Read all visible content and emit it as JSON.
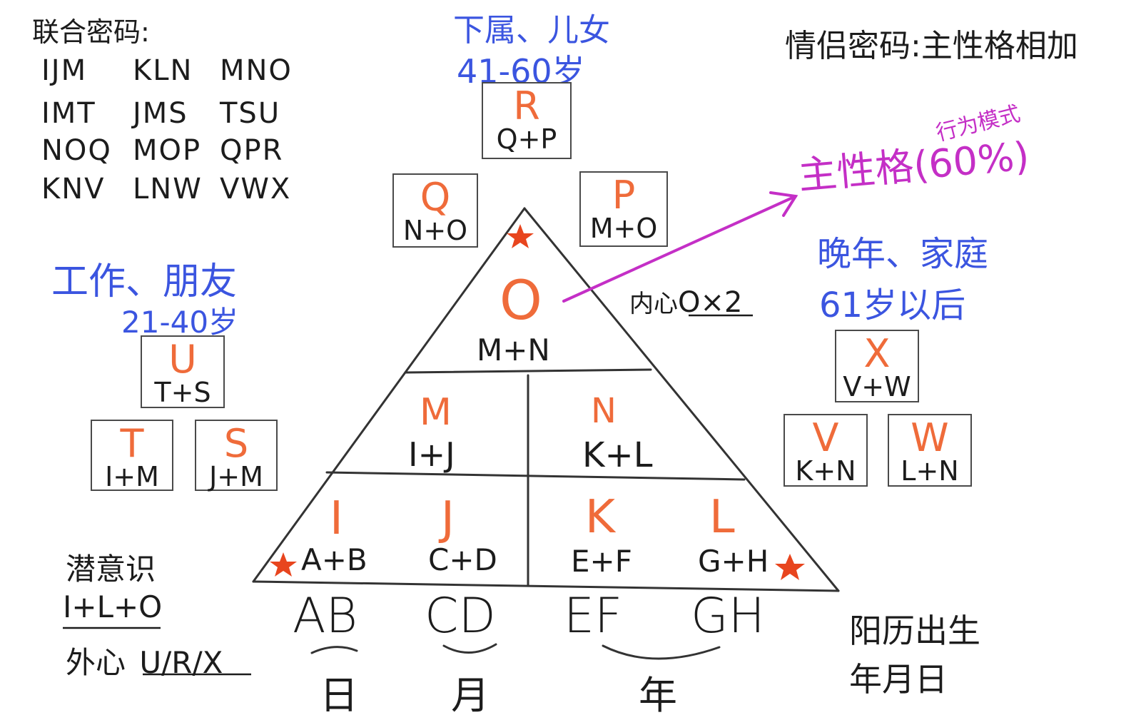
{
  "top_left": {
    "title": "联合密码:",
    "codes": [
      [
        "IJM",
        "KLN",
        "MNO"
      ],
      [
        "IMT",
        "JMS",
        "TSU"
      ],
      [
        "NOQ",
        "MOP",
        "QPR"
      ],
      [
        "KNV",
        "LNW",
        "VWX"
      ]
    ]
  },
  "top_center": {
    "line1": "下属、儿女",
    "line2": "41-60岁"
  },
  "top_right": {
    "title": "情侣密码:主性格相加"
  },
  "right_notes": {
    "behavior": "行为模式",
    "main": "主性格(60%)",
    "late_title": "晚年、家庭",
    "late_age": "61岁以后",
    "inner": "内心",
    "inner_formula": "O×2"
  },
  "left_notes": {
    "work_title": "工作、朋友",
    "work_age": "21-40岁",
    "subconscious": "潜意识",
    "subconscious_formula": "I+L+O",
    "outer": "外心",
    "outer_formula": "U/R/X"
  },
  "boxes": {
    "R": {
      "letter": "R",
      "formula": "Q+P"
    },
    "Q": {
      "letter": "Q",
      "formula": "N+O"
    },
    "P": {
      "letter": "P",
      "formula": "M+O"
    },
    "U": {
      "letter": "U",
      "formula": "T+S"
    },
    "T": {
      "letter": "T",
      "formula": "I+M"
    },
    "S": {
      "letter": "S",
      "formula": "J+M"
    },
    "X": {
      "letter": "X",
      "formula": "V+W"
    },
    "V": {
      "letter": "V",
      "formula": "K+N"
    },
    "W": {
      "letter": "W",
      "formula": "L+N"
    }
  },
  "pyramid": {
    "O": {
      "letter": "O",
      "formula": "M+N"
    },
    "M": {
      "letter": "M",
      "formula": "I+J"
    },
    "N": {
      "letter": "N",
      "formula": "K+L"
    },
    "I": {
      "letter": "I",
      "formula": "A+B"
    },
    "J": {
      "letter": "J",
      "formula": "C+D"
    },
    "K": {
      "letter": "K",
      "formula": "E+F"
    },
    "L": {
      "letter": "L",
      "formula": "G+H"
    }
  },
  "base": {
    "pairs": [
      "AB",
      "CD",
      "EF",
      "GH"
    ],
    "day": "日",
    "month": "月",
    "year": "年",
    "calendar_title": "阳历出生",
    "calendar_sub": "年月日"
  },
  "colors": {
    "orange": "#ef6b3a",
    "blue": "#3b55e0",
    "magenta": "#c42fc6",
    "ink": "#1c1c1c",
    "star": "#e8451e"
  }
}
